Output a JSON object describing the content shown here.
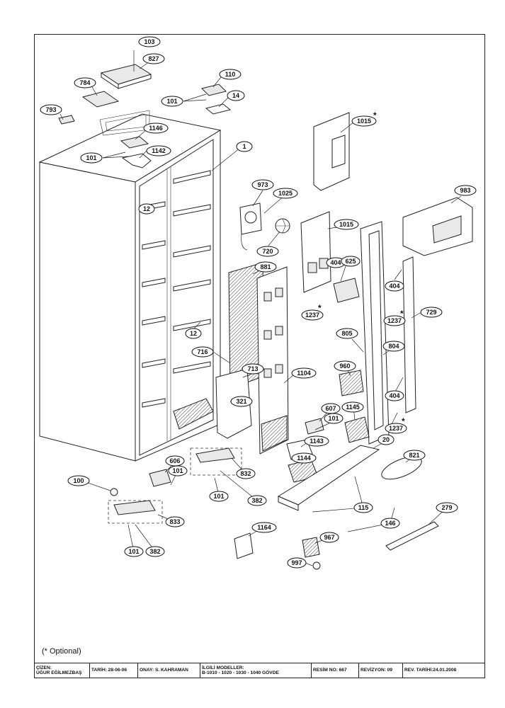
{
  "footnote": "(* Optional)",
  "title_block": {
    "drawn_by_label": "ÇİZEN:",
    "drawn_by": "UĞUR EĞİLMEZBAŞ",
    "date": "TARİH: 28-06-06",
    "approved": "ONAY: S. KAHRAMAN",
    "models_label": "İLGİLİ MODELLER:",
    "models": "B-1010 - 1020 - 1030 - 1040 GÖVDE",
    "drawing_no": "RESİM NO: 667",
    "revision": "REVİZYON: 09",
    "revision_date": "REV. TARİHİ:24.01.2008"
  },
  "optional_marker": "*",
  "callouts": {
    "c103": "103",
    "c827": "827",
    "c784": "784",
    "c110": "110",
    "c101a": "101",
    "c14": "14",
    "c793": "793",
    "c1146": "1146",
    "c101b": "101",
    "c1142": "1142",
    "c1": "1",
    "c1015a": "1015",
    "c973": "973",
    "c1025": "1025",
    "c983": "983",
    "c12a": "12",
    "c720": "720",
    "c1015b": "1015",
    "c881": "881",
    "c404a": "404",
    "c625": "625",
    "c404b": "404",
    "c1237a": "1237",
    "c1237b": "1237",
    "c729": "729",
    "c12b": "12",
    "c805": "805",
    "c804": "804",
    "c716": "716",
    "c960": "960",
    "c713": "713",
    "c1104": "1104",
    "c404c": "404",
    "c321": "321",
    "c607": "607",
    "c1145": "1145",
    "c101c": "101",
    "c1237c": "1237",
    "c1143": "1143",
    "c20": "20",
    "c821": "821",
    "c606": "606",
    "c1144": "1144",
    "c832": "832",
    "c101d": "101",
    "c100": "100",
    "c101e": "101",
    "c382a": "382",
    "c115": "115",
    "c833": "833",
    "c279": "279",
    "c146": "146",
    "c1164": "1164",
    "c967": "967",
    "c101f": "101",
    "c382b": "382",
    "c997": "997"
  }
}
